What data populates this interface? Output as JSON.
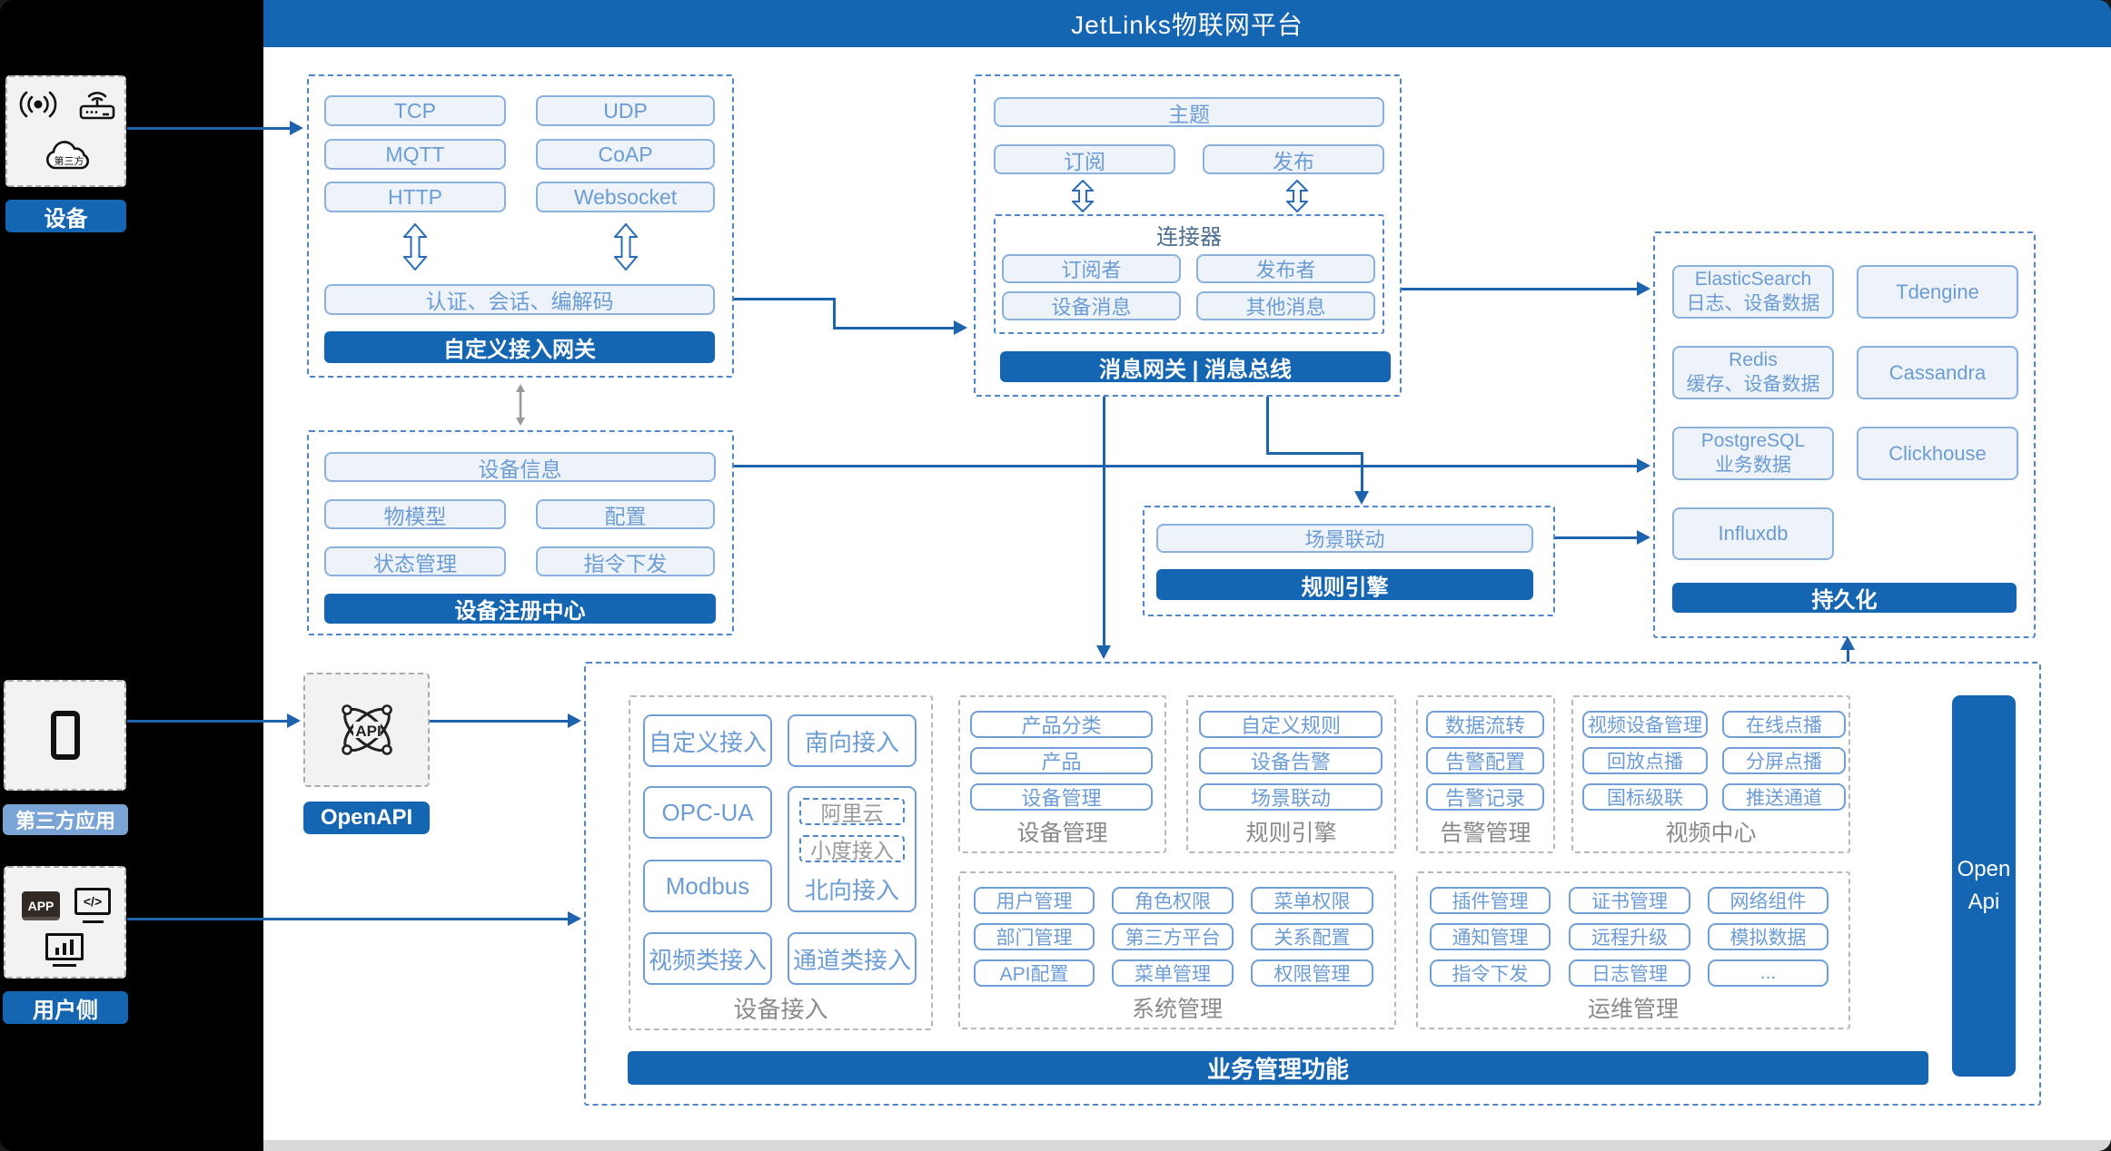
{
  "title": "JetLinks物联网平台",
  "colors": {
    "accent": "#1465b2",
    "line": "#1d63ae",
    "pill_text": "#6c9cd4",
    "light_pill_bg": "#edf3f9",
    "dashed_blue": "#4e86c9",
    "caption_gray": "#8a8a8a",
    "thirdparty_label_bg": "#7ba4d6"
  },
  "sidebar": {
    "device": {
      "label": "设备",
      "cloud_text": "第三方"
    },
    "thirdparty": {
      "label": "第三方应用"
    },
    "user": {
      "label": "用户侧",
      "app_icon_text": "APP",
      "code_icon_text": "</>"
    }
  },
  "gateway": {
    "pills": [
      "TCP",
      "UDP",
      "MQTT",
      "CoAP",
      "HTTP",
      "Websocket"
    ],
    "auth_pill": "认证、会话、编解码",
    "bar": "自定义接入网关"
  },
  "bus": {
    "topic": "主题",
    "subscribe": "订阅",
    "publish": "发布",
    "connector_title": "连接器",
    "pills": [
      "订阅者",
      "发布者",
      "设备消息",
      "其他消息"
    ],
    "bar": "消息网关 | 消息总线"
  },
  "registry": {
    "pills": [
      "设备信息",
      "物模型",
      "配置",
      "状态管理",
      "指令下发"
    ],
    "bar": "设备注册中心"
  },
  "persistence": {
    "cells": [
      {
        "title": "ElasticSearch",
        "sub": "日志、设备数据"
      },
      {
        "title": "Tdengine"
      },
      {
        "title": "Redis",
        "sub": "缓存、设备数据"
      },
      {
        "title": "Cassandra"
      },
      {
        "title": "PostgreSQL",
        "sub": "业务数据"
      },
      {
        "title": "Clickhouse"
      },
      {
        "title": "Influxdb"
      }
    ],
    "bar": "持久化"
  },
  "rule": {
    "pill": "场景联动",
    "bar": "规则引擎"
  },
  "openapi": {
    "icon_text": "API",
    "label": "OpenAPI"
  },
  "bigbox": {
    "device_access": {
      "caption": "设备接入",
      "pills": [
        "自定义接入",
        "南向接入",
        "OPC-UA",
        "Modbus",
        "视频类接入",
        "通道类接入"
      ],
      "north": {
        "label": "北向接入",
        "subs": [
          "阿里云",
          "小度接入"
        ]
      }
    },
    "device_mgmt": {
      "caption": "设备管理",
      "pills": [
        "产品分类",
        "产品",
        "设备管理"
      ]
    },
    "rule_engine": {
      "caption": "规则引擎",
      "pills": [
        "自定义规则",
        "设备告警",
        "场景联动"
      ]
    },
    "alarm": {
      "caption": "告警管理",
      "pills": [
        "数据流转",
        "告警配置",
        "告警记录"
      ]
    },
    "video": {
      "caption": "视频中心",
      "pills": [
        "视频设备管理",
        "在线点播",
        "回放点播",
        "分屏点播",
        "国标级联",
        "推送通道"
      ]
    },
    "system": {
      "caption": "系统管理",
      "pills": [
        "用户管理",
        "角色权限",
        "菜单权限",
        "部门管理",
        "第三方平台",
        "关系配置",
        "API配置",
        "菜单管理",
        "权限管理"
      ]
    },
    "ops": {
      "caption": "运维管理",
      "pills": [
        "插件管理",
        "证书管理",
        "网络组件",
        "通知管理",
        "远程升级",
        "模拟数据",
        "指令下发",
        "日志管理",
        "..."
      ]
    },
    "openapi_bar": {
      "line1": "Open",
      "line2": "Api"
    },
    "bottom_bar": "业务管理功能"
  }
}
